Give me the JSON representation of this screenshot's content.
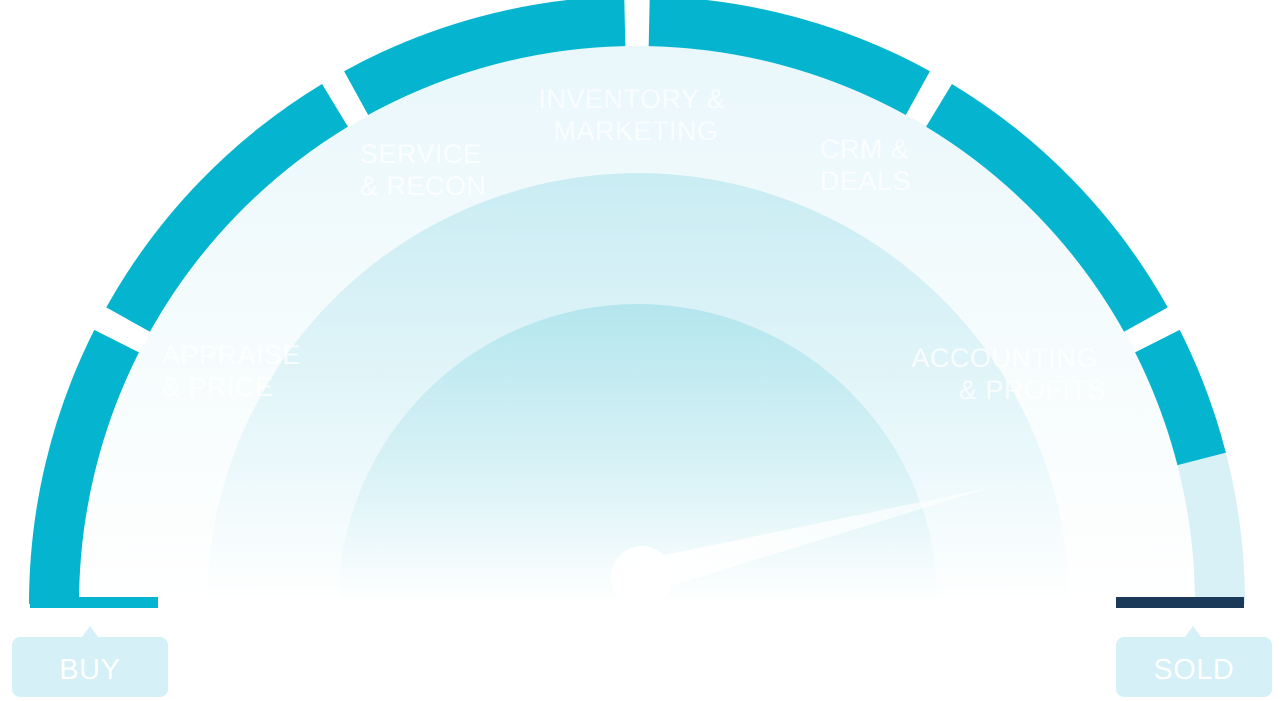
{
  "gauge": {
    "title": "Vehicle lifecycle gauge",
    "stages": [
      {
        "id": "appraise",
        "label_lines": [
          "APPRAISE",
          "& PRICE"
        ]
      },
      {
        "id": "service",
        "label_lines": [
          "SERVICE",
          "& RECON"
        ]
      },
      {
        "id": "inventory",
        "label_lines": [
          "INVENTORY &",
          "MARKETING"
        ]
      },
      {
        "id": "crm",
        "label_lines": [
          "CRM &",
          "DEALS"
        ]
      },
      {
        "id": "accounting",
        "label_lines": [
          "ACCOUNTING",
          "& PROFITS"
        ]
      }
    ],
    "progress_fraction": 0.92,
    "needle_fraction": 0.92,
    "start_label": "BUY",
    "end_label": "SOLD"
  },
  "colors": {
    "arc_active": "#05b5cf",
    "arc_inactive": "#d7f1f6",
    "baseline_dark": "#1b3a5a",
    "badge_bg": "#d5f0f6",
    "band_outer": "#eef9fc",
    "band_middle": "#cdeef4",
    "band_inner": "#b3e6ee",
    "label_text": "#ffffff"
  }
}
